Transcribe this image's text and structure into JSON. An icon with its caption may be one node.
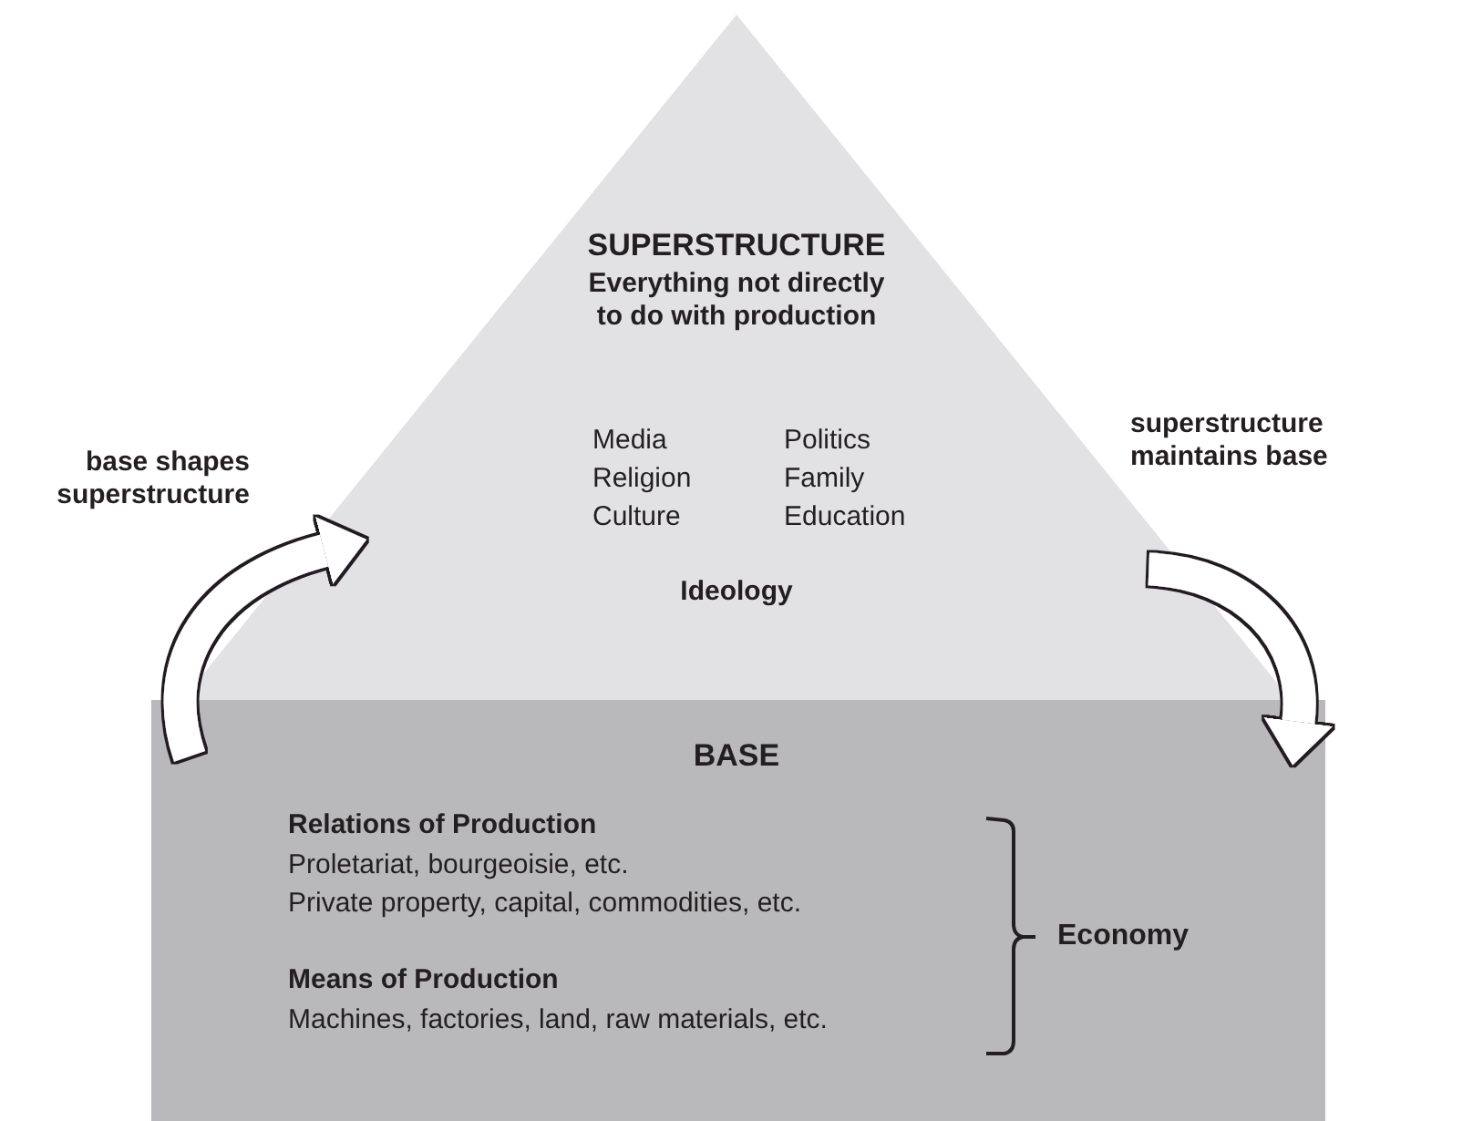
{
  "diagram": {
    "nodes": [
      {
        "text": [
          "SUPERSTRUCTURE",
          "Everything not directly to do with production",
          "Media",
          "Politics",
          "Religion",
          "Family",
          "Culture",
          "Education",
          "Ideology"
        ]
      },
      {
        "text": [
          "BASE",
          "Relations of Production",
          "Proletariat, bourgeoisie, etc.",
          "Private property, capital, commodities, etc.",
          "Means of Production",
          "Machines, factories, land, raw materials, etc."
        ]
      }
    ],
    "edges": [
      {
        "from": 1,
        "to": 0,
        "arrow": "to",
        "label": "base shapes superstructure"
      },
      {
        "from": 0,
        "to": 1,
        "arrow": "to",
        "label": "superstructure maintains base"
      }
    ],
    "labels": [
      "Economy"
    ]
  }
}
